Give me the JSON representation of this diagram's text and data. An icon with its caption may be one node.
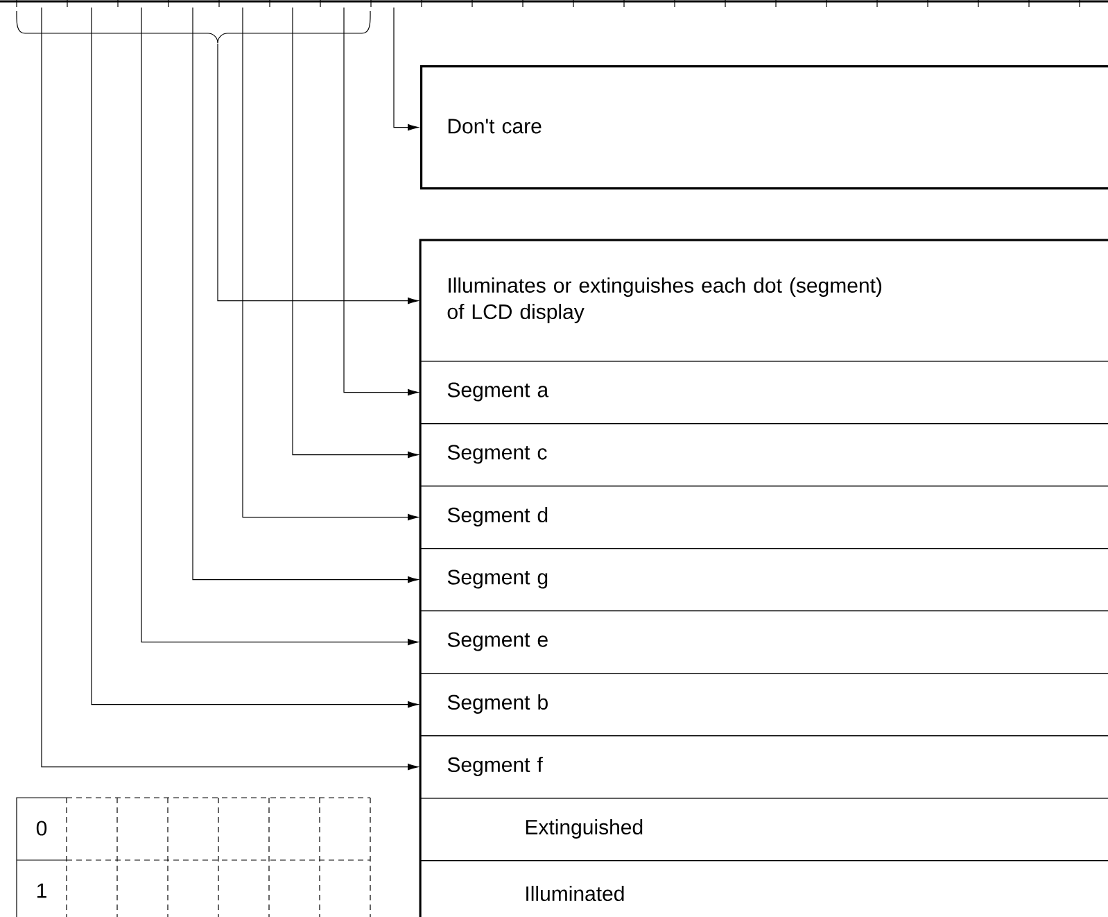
{
  "diagram": {
    "nodes": [
      {
        "text": [],
        "shape": "bar"
      },
      {
        "text": [],
        "shape": "brace"
      },
      {
        "text": [
          "Don't care"
        ]
      },
      {
        "text": [
          "Illuminates or extinguishes each dot (segment) of LCD display"
        ]
      },
      {
        "text": [
          "Segment a"
        ]
      },
      {
        "text": [
          "Segment c"
        ]
      },
      {
        "text": [
          "Segment d"
        ]
      },
      {
        "text": [
          "Segment g"
        ]
      },
      {
        "text": [
          "Segment e"
        ]
      },
      {
        "text": [
          "Segment b"
        ]
      },
      {
        "text": [
          "Segment f"
        ]
      },
      {
        "text": [
          "Extinguished"
        ]
      },
      {
        "text": [
          "Illuminated"
        ]
      }
    ],
    "edges": [
      {
        "from": 0,
        "to": 2,
        "arrow": "to"
      },
      {
        "from": 1,
        "to": 3,
        "arrow": "to"
      },
      {
        "from": 0,
        "to": 4,
        "arrow": "to"
      },
      {
        "from": 0,
        "to": 5,
        "arrow": "to"
      },
      {
        "from": 0,
        "to": 6,
        "arrow": "to"
      },
      {
        "from": 0,
        "to": 7,
        "arrow": "to"
      },
      {
        "from": 0,
        "to": 8,
        "arrow": "to"
      },
      {
        "from": 0,
        "to": 9,
        "arrow": "to"
      },
      {
        "from": 0,
        "to": 10,
        "arrow": "to"
      }
    ],
    "labels": [
      "0",
      "1"
    ]
  }
}
